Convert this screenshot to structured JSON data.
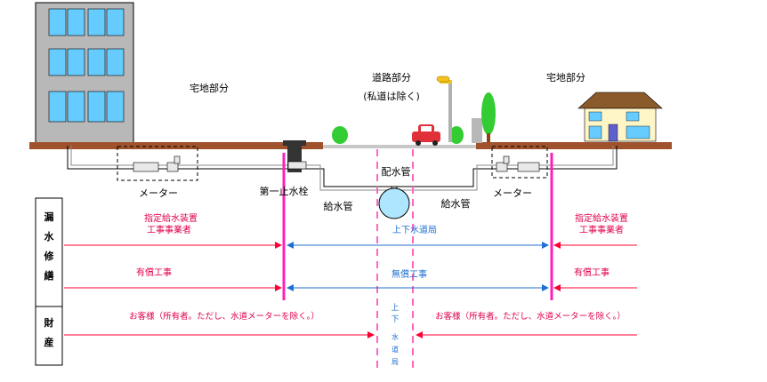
{
  "areas": {
    "left_residential": "宅地部分",
    "road_line1": "道路部分",
    "road_line2": "(私道は除く)",
    "right_residential": "宅地部分"
  },
  "pipes": {
    "meter_left": "メーター",
    "first_stopcock": "第一止水栓",
    "main_pipe": "配水管",
    "service_pipe_left": "給水管",
    "service_pipe_right": "給水管",
    "meter_right": "メーター"
  },
  "side_labels": {
    "leak_repair": [
      "漏",
      "水",
      "修",
      "繕"
    ],
    "property": [
      "財",
      "産"
    ]
  },
  "leak_repair_rows": {
    "row1_left_line1": "指定給水装置",
    "row1_left_line2": "工事事業者",
    "row1_center": "上下水道局",
    "row1_right_line1": "指定給水装置",
    "row1_right_line2": "工事事業者",
    "row2_left": "有償工事",
    "row2_center": "無償工事",
    "row2_right": "有償工事"
  },
  "property_row": {
    "left": "お客様（所有者。ただし、水道メーターを除く。）",
    "center_chars": [
      "上",
      "下",
      "水",
      "道",
      "局"
    ],
    "right": "お客様（所有者。ただし、水道メーターを除く。）"
  },
  "colors": {
    "ground": "#a0522d",
    "road": "#c8c8c8",
    "magenta_line": "#ff1fb4",
    "pink_dash": "#ff66c4",
    "red_arrow": "#ff0033",
    "blue_arrow": "#1f6fd0",
    "building_window": "#66ccff"
  }
}
